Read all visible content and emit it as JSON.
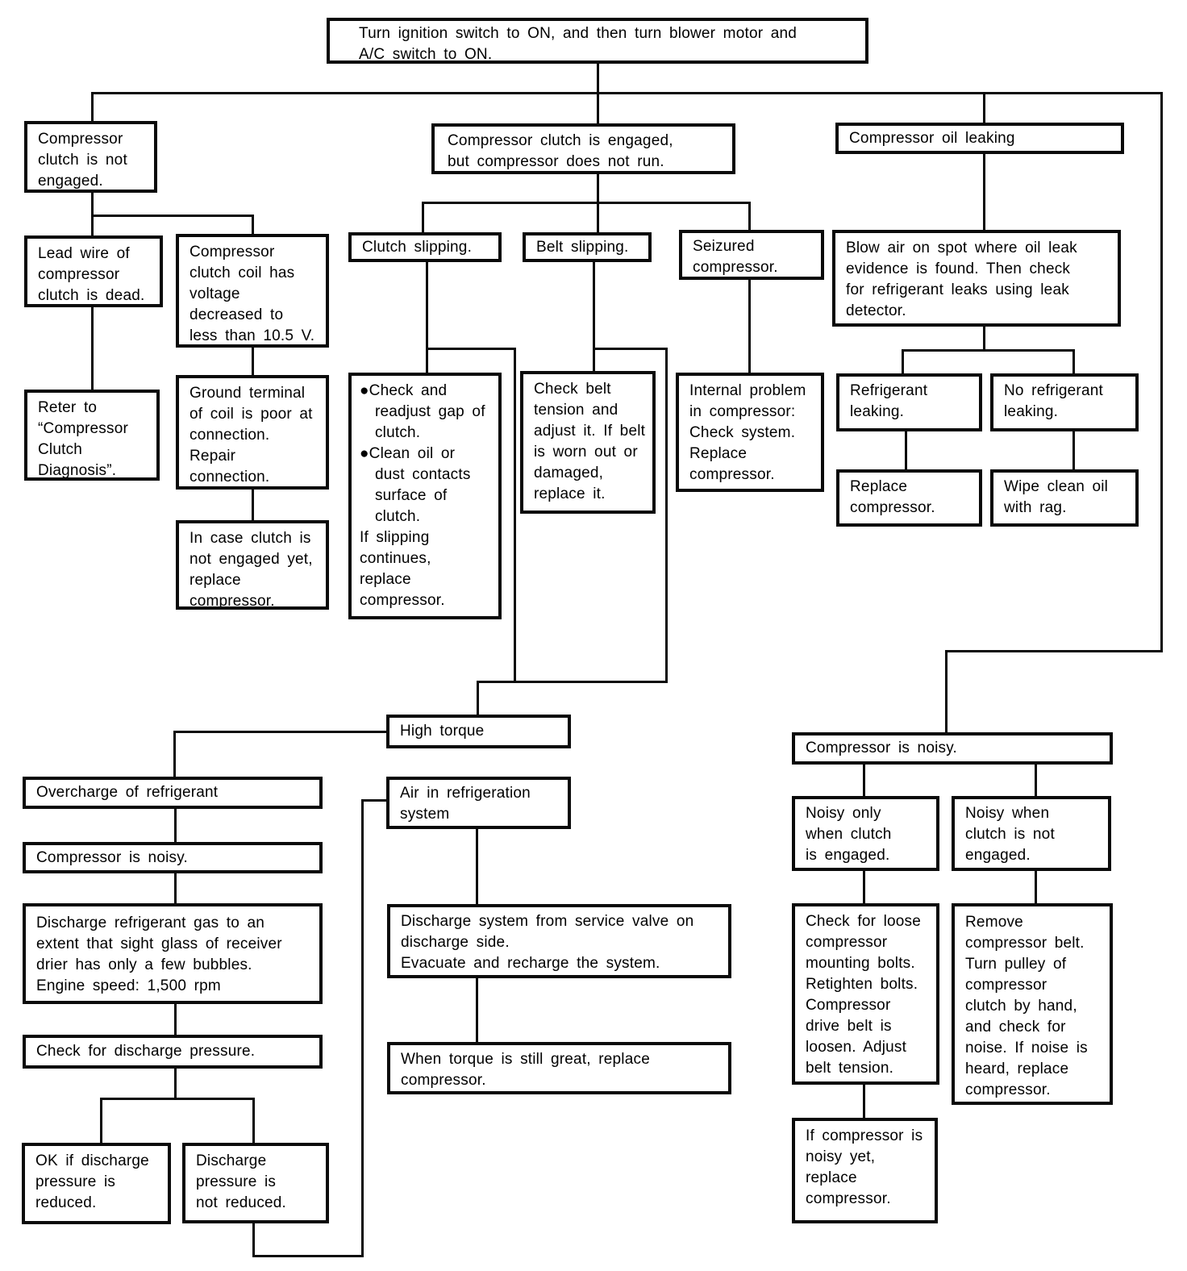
{
  "diagram_title": "A/C compressor troubleshooting flowchart",
  "nodes": {
    "start": "Turn ignition switch to ON, and then turn blower motor and\nA/C switch to ON.",
    "clutch_not_engaged": "Compressor\nclutch is not\nengaged.",
    "clutch_engaged_not_run": "Compressor clutch is engaged,\nbut compressor does not run.",
    "oil_leaking": "Compressor oil leaking",
    "lead_wire_dead": "Lead wire of\ncompressor\nclutch is dead.",
    "coil_voltage_low": "Compressor\nclutch coil has\nvoltage\ndecreased to\nless than 10.5 V.",
    "refer_clutch_diagnosis": "Reter to\n“Compressor\nClutch\nDiagnosis”.",
    "ground_terminal_poor": "Ground terminal\nof coil is poor at\nconnection.\nRepair\nconnection.",
    "replace_if_not_engaged": "In case clutch is\nnot engaged yet,\nreplace\ncompressor.",
    "clutch_slipping": "Clutch slipping.",
    "belt_slipping": "Belt slipping.",
    "seizured_compressor": "Seizured\ncompressor.",
    "clutch_actions": "●Check and\n  readjust gap of\n  clutch.\n●Clean oil or\n  dust contacts\n  surface of\n  clutch.\nIf slipping\ncontinues,\nreplace\ncompressor.",
    "belt_actions": "Check belt\ntension and\nadjust it. If belt\nis worn out or\ndamaged,\nreplace it.",
    "internal_problem": "Internal problem\nin compressor:\nCheck system.\nReplace\ncompressor.",
    "blow_air_check": "Blow air on spot where oil leak\nevidence is found. Then check\nfor refrigerant leaks using leak\ndetector.",
    "refrigerant_leaking": "Refrigerant\nleaking.",
    "no_refrigerant_leaking": "No refrigerant\nleaking.",
    "replace_compressor": "Replace\ncompressor.",
    "wipe_oil": "Wipe clean oil\nwith rag.",
    "high_torque": "High torque",
    "air_in_system": "Air in refrigeration\nsystem",
    "overcharge": "Overcharge of refrigerant",
    "compressor_noisy_left": "Compressor is noisy.",
    "discharge_gas": "Discharge refrigerant gas to an\nextent that sight glass of receiver\ndrier has only a few bubbles.\nEngine speed: 1,500 rpm",
    "check_discharge_pressure": "Check for discharge pressure.",
    "pressure_reduced_ok": "OK if discharge\npressure is\nreduced.",
    "pressure_not_reduced": "Discharge\npressure is\nnot reduced.",
    "discharge_system": "Discharge system from service valve on\ndischarge side.\nEvacuate and recharge the system.",
    "replace_if_torque_great": "When torque is still great, replace\ncompressor.",
    "compressor_noisy_right": "Compressor is noisy.",
    "noisy_clutch_engaged": "Noisy only\nwhen clutch\nis engaged.",
    "noisy_clutch_not_engaged": "Noisy when\nclutch is not\nengaged.",
    "check_loose_bolts": "Check for loose\ncompressor\nmounting bolts.\nRetighten bolts.\nCompressor\ndrive belt is\nloosen. Adjust\nbelt tension.",
    "remove_belt_check": "Remove\ncompressor belt.\nTurn pulley of\ncompressor\nclutch by hand,\nand check for\nnoise. If noise is\nheard, replace\ncompressor.",
    "replace_if_still_noisy": "If compressor is\nnoisy yet,\nreplace\ncompressor."
  }
}
